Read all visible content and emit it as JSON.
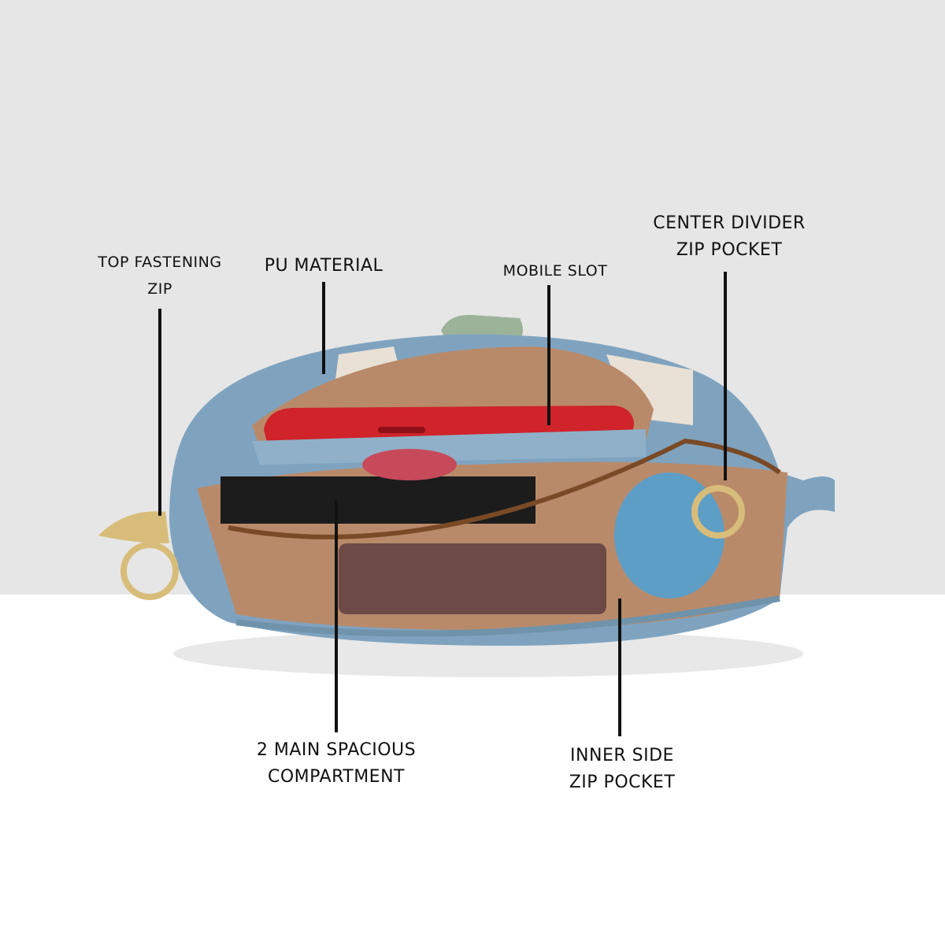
{
  "callouts": {
    "top_fastening_zip": [
      "TOP FASTENING",
      "ZIP"
    ],
    "pu_material": [
      "PU MATERIAL"
    ],
    "mobile_slot": [
      "MOBILE SLOT"
    ],
    "center_divider_zip_pocket": [
      "CENTER DIVIDER",
      "ZIP POCKET"
    ],
    "main_compartment": [
      "2 MAIN SPACIOUS",
      "COMPARTMENT"
    ],
    "inner_side_zip_pocket": [
      "INNER SIDE",
      "ZIP POCKET"
    ]
  },
  "colors": {
    "background_top": "#e6e6e6",
    "background_bottom": "#ffffff",
    "bag_blue": "#7fa3bf",
    "lining": "#b98a6a",
    "phone_red": "#d0232a",
    "strap_green": "#9cb39a"
  }
}
